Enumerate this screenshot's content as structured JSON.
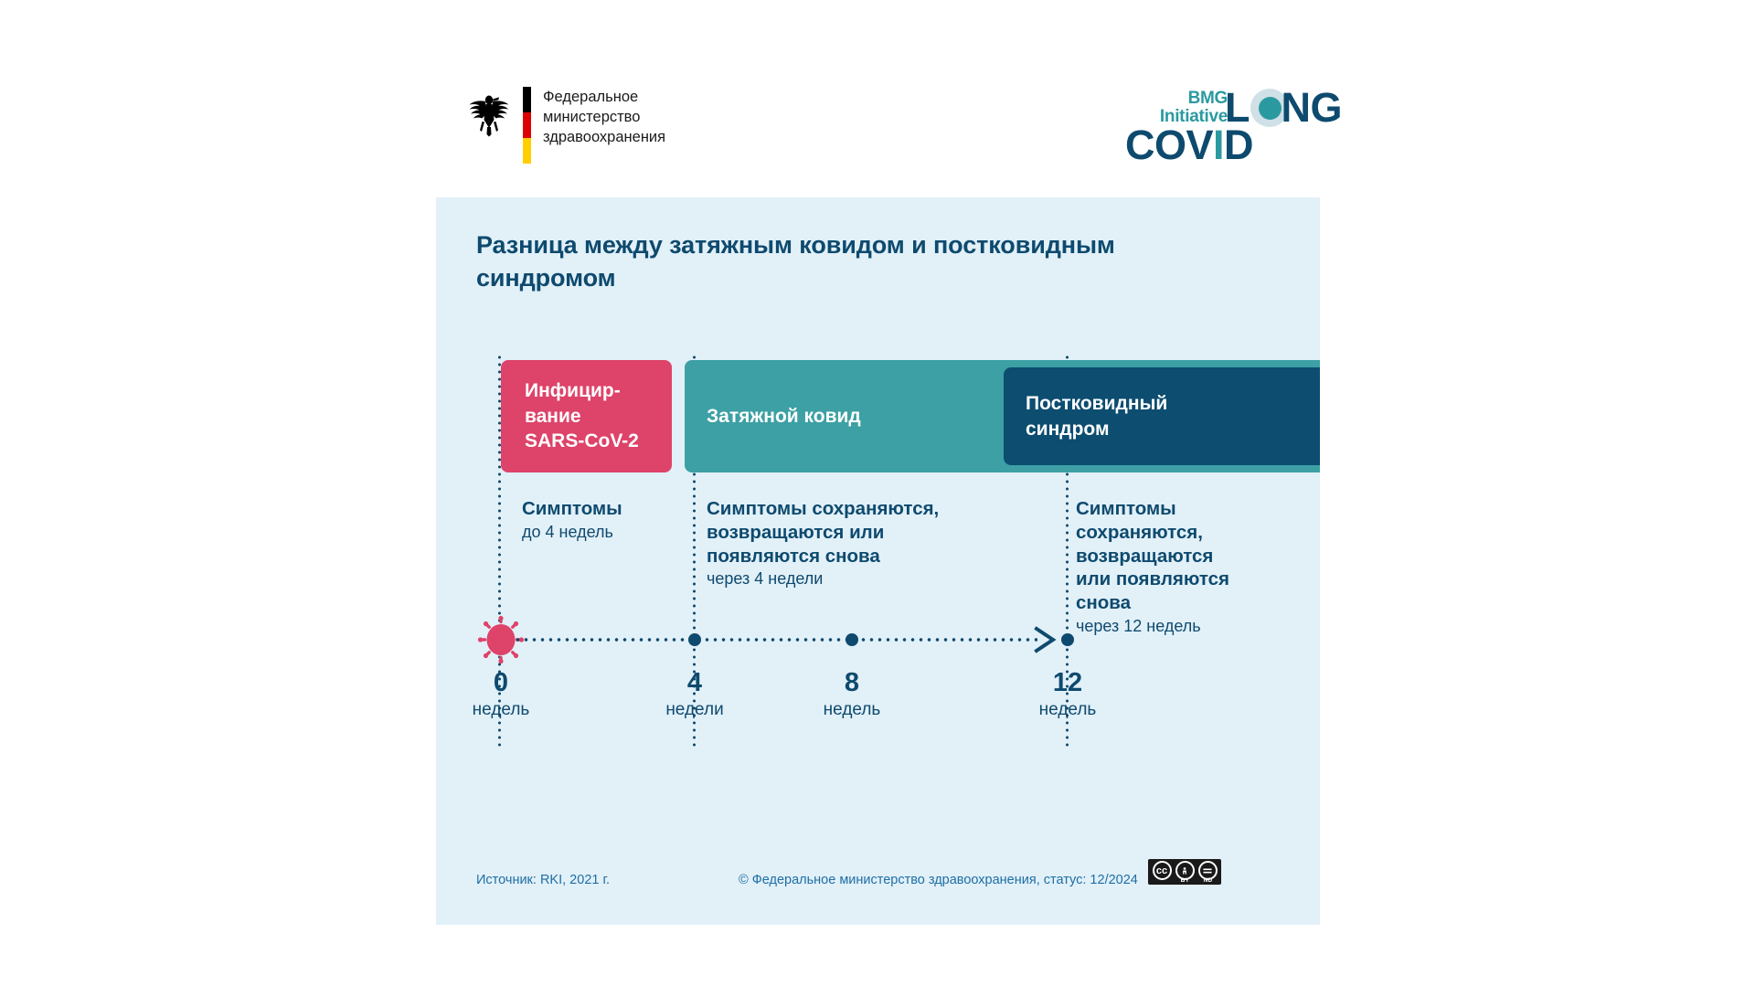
{
  "header": {
    "ministry_logo": {
      "icon": "federal-eagle-icon",
      "flag_colors": [
        "#000000",
        "#DD0000",
        "#FFCE00"
      ],
      "wordmark": "Федеральное\nминистерство\nздравоохранения"
    },
    "campaign_logo": {
      "bmg": "BMG",
      "initiative": "Initiative",
      "long": "LONG",
      "covid": "COVID",
      "teal": "#2B9AA0",
      "navy": "#0E4A6E"
    }
  },
  "panel": {
    "background": "#E2F0F8",
    "title": "Разница между затяжным ковидом и постковидным синдромом",
    "phases": [
      {
        "id": "infection",
        "label": "Инфицир-\nвание\nSARS-CoV-2",
        "color": "#DE4369",
        "desc_strong": "Симптомы",
        "desc_light": "до 4 недель"
      },
      {
        "id": "long-covid",
        "label": "Затяжной ковид",
        "color": "#3CA0A4",
        "desc_strong": "Симптомы сохраняются,\nвозвращаются или\nпоявляются снова",
        "desc_light": "через 4 недели"
      },
      {
        "id": "post-covid",
        "label": "Постковидный\nсиндром",
        "color": "#0C4D70",
        "desc_strong": "Симптомы\nсохраняются,\nвозвращаются\nили появляются\nснова",
        "desc_light": "через 12 недель"
      }
    ],
    "axis": {
      "arrow_icon": "chevron-right-icon",
      "start_icon": "coronavirus-icon",
      "ticks": [
        {
          "num": "0",
          "unit": "недель"
        },
        {
          "num": "4",
          "unit": "недели"
        },
        {
          "num": "8",
          "unit": "недель"
        },
        {
          "num": "12",
          "unit": "недель"
        }
      ]
    },
    "footer": {
      "source": "Источник: RKI, 2021 г.",
      "copyright": "© Федеральное министерство здравоохранения, статус: 12/2024",
      "license": {
        "cc": "cc",
        "by": "BY",
        "nd": "ND"
      }
    }
  },
  "chart_data": {
    "type": "bar",
    "title": "Разница между затяжным ковидом и постковидным синдромом",
    "xlabel": "недель",
    "ylabel": "",
    "xlim": [
      0,
      13.5
    ],
    "xticks": [
      0,
      4,
      8,
      12
    ],
    "xticklabels": [
      "0",
      "4",
      "8",
      "12"
    ],
    "grid": false,
    "legend": "none",
    "series": [
      {
        "name": "Инфицирвание SARS-CoV-2",
        "start": 0,
        "end": 4,
        "color": "#DE4369"
      },
      {
        "name": "Затяжной ковид",
        "start": 3.9,
        "end": 13.5,
        "color": "#3CA0A4"
      },
      {
        "name": "Постковидный синдром",
        "start": 11.9,
        "end": 13.5,
        "color": "#0C4D70"
      }
    ],
    "annotations": [
      "Симптомы до 4 недель",
      "Симптомы сохраняются, возвращаются или появляются снова через 4 недели",
      "Симптомы сохраняются, возвращаются или появляются снова через 12 недель"
    ]
  }
}
